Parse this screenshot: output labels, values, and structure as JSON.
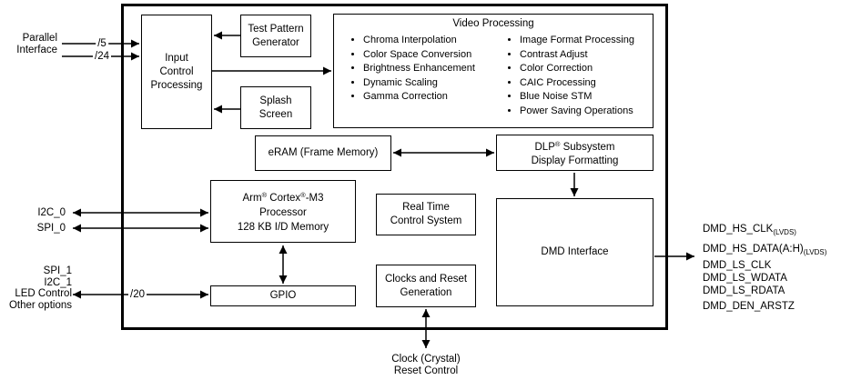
{
  "boxes": {
    "input_control_processing": "Input Control Processing",
    "test_pattern_generator": "Test Pattern Generator",
    "splash_screen": "Splash Screen",
    "video_processing": {
      "title": "Video Processing",
      "left_items": [
        "Chroma Interpolation",
        "Color Space Conversion",
        "Brightness Enhancement",
        "Dynamic Scaling",
        "Gamma Correction"
      ],
      "right_items": [
        "Image Format Processing",
        "Contrast Adjust",
        "Color Correction",
        "CAIC Processing",
        "Blue Noise STM",
        "Power Saving Operations"
      ]
    },
    "eram": "eRAM (Frame Memory)",
    "dlp_subsystem": {
      "l1a": "DLP",
      "l1sup": "®",
      "l1b": " Subsystem",
      "line2": "Display Formatting"
    },
    "arm": {
      "l1a": "Arm",
      "l1sup": "®",
      "l1b": " Cortex",
      "l2sup": "®",
      "l1c": "-M3",
      "line2": "Processor",
      "line3": "128 KB I/D Memory"
    },
    "rtcs": {
      "line1": "Real Time",
      "line2": "Control System"
    },
    "clocks": {
      "line1": "Clocks and Reset",
      "line2": "Generation"
    },
    "gpio": "GPIO",
    "dmd_interface": "DMD Interface"
  },
  "left_signals": {
    "parallel": {
      "line1": "Parallel",
      "line2": "Interface"
    },
    "bus5": "/5",
    "bus24": "/24",
    "bus20": "/20",
    "i2c0": "I2C_0",
    "spi0": "SPI_0",
    "group": [
      "SPI_1",
      "I2C_1",
      "LED Control",
      "Other options"
    ]
  },
  "bottom_signal": {
    "line1": "Clock (Crystal)",
    "line2": "Reset Control"
  },
  "dmd_outputs": [
    {
      "name": "DMD_HS_CLK",
      "sub": "(LVDS)"
    },
    {
      "name": "DMD_HS_DATA(A:H)",
      "sub": "(LVDS)"
    },
    {
      "name": "DMD_LS_CLK",
      "sub": ""
    },
    {
      "name": "DMD_LS_WDATA",
      "sub": ""
    },
    {
      "name": "DMD_LS_RDATA",
      "sub": ""
    },
    {
      "name": "DMD_DEN_ARSTZ",
      "sub": ""
    }
  ],
  "colors": {
    "line": "#000000",
    "background": "#ffffff"
  }
}
